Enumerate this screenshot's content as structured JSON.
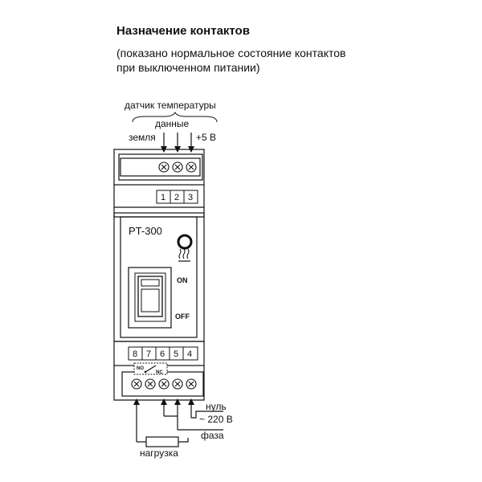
{
  "header": {
    "title": "Назначение контактов",
    "subtitle_line1": "(показано нормальное состояние контактов",
    "subtitle_line2": "при выключенном питании)"
  },
  "top_labels": {
    "sensor": "датчик температуры",
    "data": "данные",
    "ground": "земля",
    "power": "+5 В"
  },
  "top_terminals": [
    "1",
    "2",
    "3"
  ],
  "device": {
    "model": "PT-300",
    "on_label": "ON",
    "off_label": "OFF",
    "indicator_icon": "heat-icon"
  },
  "bottom_terminals": [
    "8",
    "7",
    "6",
    "5",
    "4"
  ],
  "relay": {
    "no_label": "NO",
    "nc_label": "NC"
  },
  "bottom_labels": {
    "neutral": "нуль",
    "voltage": "~ 220 В",
    "phase": "фаза",
    "load": "нагрузка"
  }
}
